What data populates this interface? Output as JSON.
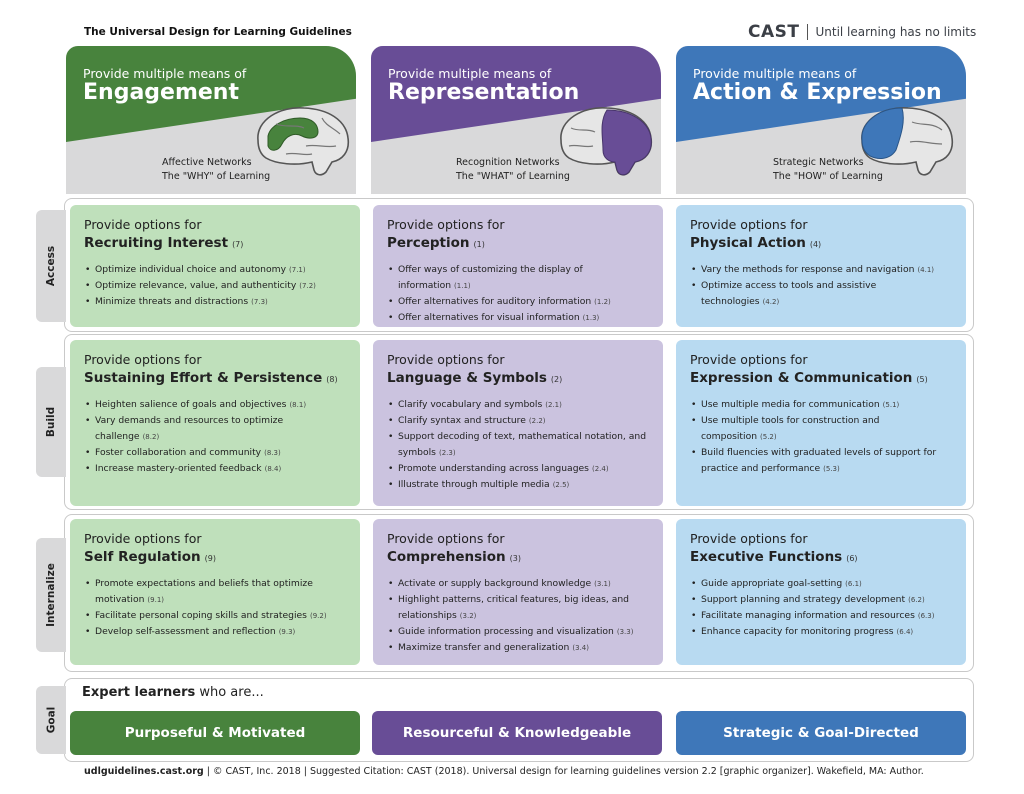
{
  "header": {
    "title": "The Universal Design for Learning Guidelines",
    "brand": "CAST",
    "tagline": "Until learning has no limits"
  },
  "columns": [
    {
      "pretitle": "Provide multiple means of",
      "title": "Engagement",
      "network": "Affective Networks",
      "network_sub": "The \"WHY\" of Learning",
      "color": "#48833d"
    },
    {
      "pretitle": "Provide multiple means of",
      "title": "Representation",
      "network": "Recognition Networks",
      "network_sub": "The \"WHAT\" of Learning",
      "color": "#684d96"
    },
    {
      "pretitle": "Provide multiple means of",
      "title": "Action & Expression",
      "network": "Strategic Networks",
      "network_sub": "The \"HOW\" of Learning",
      "color": "#3e77b9"
    }
  ],
  "rows": {
    "access": {
      "label": "Access",
      "cells": [
        {
          "pretitle": "Provide options for",
          "title": "Recruiting Interest",
          "num": "(7)",
          "items": [
            {
              "text": "Optimize individual choice and autonomy",
              "cite": "(7.1)"
            },
            {
              "text": "Optimize relevance, value, and authenticity",
              "cite": "(7.2)"
            },
            {
              "text": "Minimize threats and distractions",
              "cite": "(7.3)"
            }
          ]
        },
        {
          "pretitle": "Provide options for",
          "title": "Perception",
          "num": "(1)",
          "items": [
            {
              "text": "Offer ways of customizing the display of information",
              "cite": "(1.1)"
            },
            {
              "text": "Offer alternatives for auditory information",
              "cite": "(1.2)"
            },
            {
              "text": "Offer alternatives for visual information",
              "cite": "(1.3)"
            }
          ]
        },
        {
          "pretitle": "Provide options for",
          "title": "Physical Action",
          "num": "(4)",
          "items": [
            {
              "text": "Vary the methods for response and navigation",
              "cite": "(4.1)"
            },
            {
              "text": "Optimize access to tools and assistive technologies",
              "cite": "(4.2)"
            }
          ]
        }
      ]
    },
    "build": {
      "label": "Build",
      "cells": [
        {
          "pretitle": "Provide options for",
          "title": "Sustaining Effort & Persistence",
          "num": "(8)",
          "items": [
            {
              "text": "Heighten salience of goals and objectives",
              "cite": "(8.1)"
            },
            {
              "text": "Vary demands and resources to optimize challenge",
              "cite": "(8.2)"
            },
            {
              "text": "Foster collaboration and community",
              "cite": "(8.3)"
            },
            {
              "text": "Increase mastery-oriented feedback",
              "cite": "(8.4)"
            }
          ]
        },
        {
          "pretitle": "Provide options for",
          "title": "Language & Symbols",
          "num": "(2)",
          "items": [
            {
              "text": "Clarify vocabulary and symbols",
              "cite": "(2.1)"
            },
            {
              "text": "Clarify syntax and structure",
              "cite": "(2.2)"
            },
            {
              "text": "Support decoding of text, mathematical notation, and symbols",
              "cite": "(2.3)"
            },
            {
              "text": "Promote understanding across languages",
              "cite": "(2.4)"
            },
            {
              "text": "Illustrate through multiple media",
              "cite": "(2.5)"
            }
          ]
        },
        {
          "pretitle": "Provide options for",
          "title": "Expression & Communication",
          "num": "(5)",
          "items": [
            {
              "text": "Use multiple media for communication",
              "cite": "(5.1)"
            },
            {
              "text": "Use multiple tools for construction and composition",
              "cite": "(5.2)"
            },
            {
              "text": "Build fluencies with graduated levels of support for practice and performance",
              "cite": "(5.3)"
            }
          ]
        }
      ]
    },
    "internalize": {
      "label": "Internalize",
      "cells": [
        {
          "pretitle": "Provide options for",
          "title": "Self Regulation",
          "num": "(9)",
          "items": [
            {
              "text": "Promote expectations and beliefs that optimize motivation",
              "cite": "(9.1)"
            },
            {
              "text": "Facilitate personal coping skills and strategies",
              "cite": "(9.2)"
            },
            {
              "text": "Develop self-assessment and reflection",
              "cite": "(9.3)"
            }
          ]
        },
        {
          "pretitle": "Provide options for",
          "title": "Comprehension",
          "num": "(3)",
          "items": [
            {
              "text": "Activate or supply background knowledge",
              "cite": "(3.1)"
            },
            {
              "text": "Highlight patterns, critical features, big ideas, and relationships",
              "cite": "(3.2)"
            },
            {
              "text": "Guide information processing and visualization",
              "cite": "(3.3)"
            },
            {
              "text": "Maximize transfer and generalization",
              "cite": "(3.4)"
            }
          ]
        },
        {
          "pretitle": "Provide options for",
          "title": "Executive Functions",
          "num": "(6)",
          "items": [
            {
              "text": "Guide appropriate goal-setting",
              "cite": "(6.1)"
            },
            {
              "text": "Support planning and strategy development",
              "cite": "(6.2)"
            },
            {
              "text": "Facilitate managing information and resources",
              "cite": "(6.3)"
            },
            {
              "text": "Enhance capacity for monitoring progress",
              "cite": "(6.4)"
            }
          ]
        }
      ]
    }
  },
  "goal": {
    "label": "Goal",
    "lead_bold": "Expert learners",
    "lead_rest": " who are...",
    "items": [
      "Purposeful & Motivated",
      "Resourceful & Knowledgeable",
      "Strategic & Goal-Directed"
    ]
  },
  "footer": {
    "site": "udlguidelines.cast.org",
    "text": " | © CAST, Inc. 2018  |  Suggested Citation: CAST (2018). Universal design for learning guidelines version 2.2 [graphic organizer]. Wakefield, MA: Author."
  },
  "icons": {
    "brain": "brain-icon"
  }
}
